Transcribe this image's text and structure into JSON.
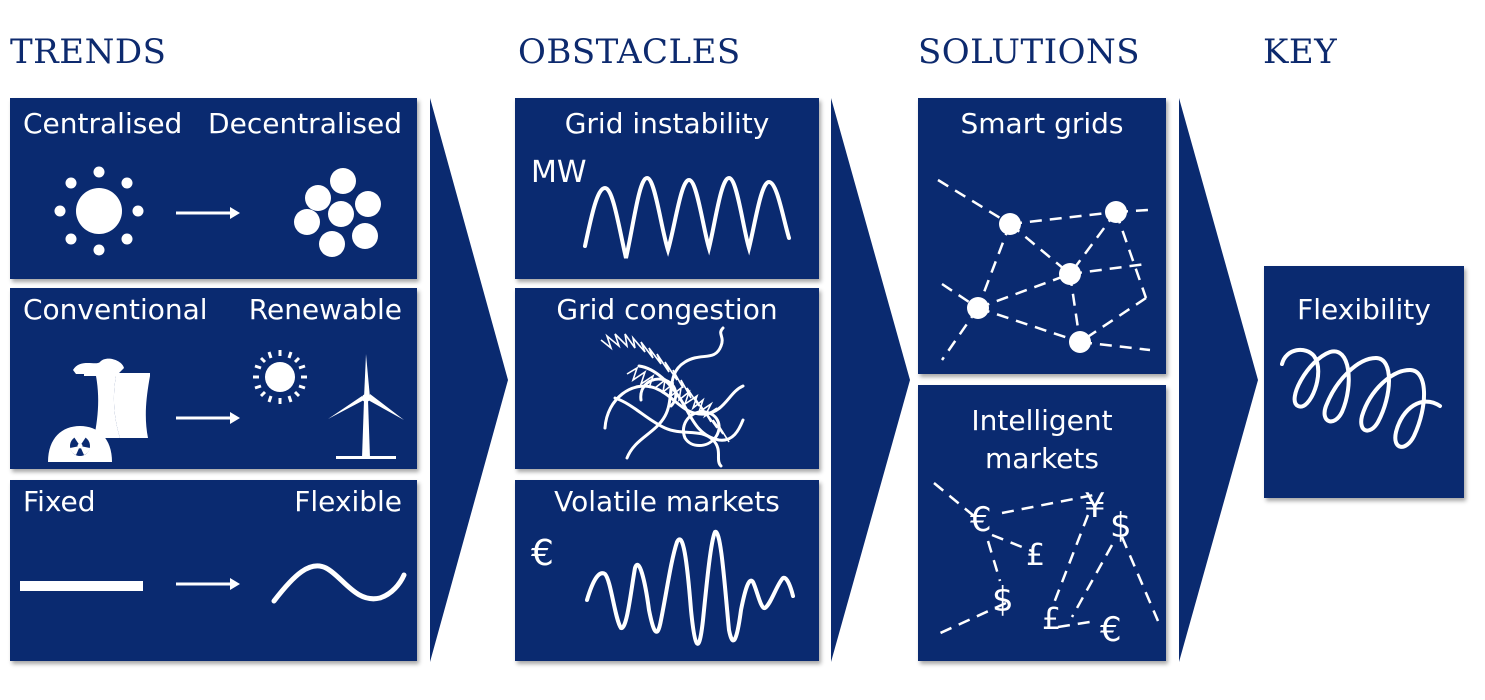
{
  "headings": {
    "trends": "TRENDS",
    "obstacles": "OBSTACLES",
    "solutions": "SOLUTIONS",
    "key": "KEY"
  },
  "trends": {
    "row1": {
      "from": "Centralised",
      "to": "Decentralised"
    },
    "row2": {
      "from": "Conventional",
      "to": "Renewable"
    },
    "row3": {
      "from": "Fixed",
      "to": "Flexible"
    }
  },
  "obstacles": {
    "grid_instability": {
      "title": "Grid instability",
      "unit": "MW"
    },
    "grid_congestion": {
      "title": "Grid congestion"
    },
    "volatile_markets": {
      "title": "Volatile markets",
      "unit": "€"
    }
  },
  "solutions": {
    "smart_grids": {
      "title": "Smart grids"
    },
    "intelligent_markets": {
      "title_line1": "Intelligent",
      "title_line2": "markets",
      "symbols": [
        "€",
        "¥",
        "$",
        "£",
        "$",
        "£",
        "€"
      ]
    }
  },
  "key": {
    "title": "Flexibility"
  },
  "colors": {
    "panel": "#0a2a70",
    "heading": "#0d2a6e",
    "foreground": "#ffffff"
  }
}
